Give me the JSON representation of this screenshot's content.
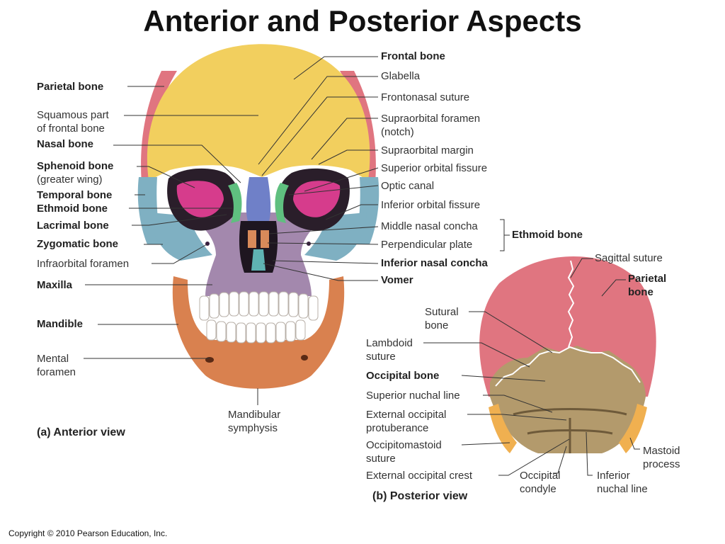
{
  "title": "Anterior and Posterior Aspects",
  "copyright": "Copyright © 2010 Pearson Education, Inc.",
  "anterior": {
    "caption": "(a) Anterior view",
    "left_labels": {
      "parietal_bone": "Parietal bone",
      "squamous_part_1": "Squamous part",
      "squamous_part_2": "of frontal bone",
      "nasal_bone": "Nasal bone",
      "sphenoid_bone_1": "Sphenoid bone",
      "sphenoid_bone_2": "(greater wing)",
      "temporal_bone": "Temporal bone",
      "ethmoid_bone": "Ethmoid bone",
      "lacrimal_bone": "Lacrimal bone",
      "zygomatic_bone": "Zygomatic bone",
      "infraorbital_foramen": "Infraorbital foramen",
      "maxilla": "Maxilla",
      "mandible": "Mandible",
      "mental_foramen_1": "Mental",
      "mental_foramen_2": "foramen"
    },
    "right_labels": {
      "frontal_bone": "Frontal bone",
      "glabella": "Glabella",
      "frontonasal_suture": "Frontonasal suture",
      "supraorbital_foramen_1": "Supraorbital foramen",
      "supraorbital_foramen_2": "(notch)",
      "supraorbital_margin": "Supraorbital margin",
      "superior_orbital_fissure": "Superior orbital fissure",
      "optic_canal": "Optic canal",
      "inferior_orbital_fissure": "Inferior orbital fissure",
      "middle_nasal_concha": "Middle nasal concha",
      "perpendicular_plate": "Perpendicular plate",
      "ethmoid_bone_group": "Ethmoid bone",
      "inferior_nasal_concha": "Inferior nasal concha",
      "vomer": "Vomer"
    },
    "bottom_labels": {
      "mandibular_symphysis_1": "Mandibular",
      "mandibular_symphysis_2": "symphysis"
    }
  },
  "posterior": {
    "caption": "(b) Posterior view",
    "labels": {
      "sagittal_suture": "Sagittal suture",
      "parietal_bone_1": "Parietal",
      "parietal_bone_2": "bone",
      "sutural_bone_1": "Sutural",
      "sutural_bone_2": "bone",
      "lambdoid_suture_1": "Lambdoid",
      "lambdoid_suture_2": "suture",
      "occipital_bone": "Occipital bone",
      "superior_nuchal_line": "Superior nuchal line",
      "external_occipital_protuberance_1": "External occipital",
      "external_occipital_protuberance_2": "protuberance",
      "occipitomastoid_suture_1": "Occipitomastoid",
      "occipitomastoid_suture_2": "suture",
      "external_occipital_crest": "External occipital crest",
      "occipital_condyle_1": "Occipital",
      "occipital_condyle_2": "condyle",
      "inferior_nuchal_line_1": "Inferior",
      "inferior_nuchal_line_2": "nuchal line",
      "mastoid_process_1": "Mastoid",
      "mastoid_process_2": "process"
    }
  },
  "colors": {
    "frontal": "#f2cf5e",
    "parietal": "#e07580",
    "sphenoid": "#d63c8c",
    "temporal": "#7fb0c2",
    "ethmoid": "#5fbf7f",
    "nasal": "#6f80c8",
    "lacrimal": "#8fcf8f",
    "zygomatic": "#7fb0c2",
    "maxilla": "#a388ad",
    "mandible": "#d9814f",
    "teeth": "#ffffff",
    "vomer": "#5fb3b3",
    "concha": "#d88a5a",
    "occipital": "#b39a6c",
    "mastoid": "#f0b050",
    "suture": "#ffffff",
    "leader": "#333333"
  }
}
